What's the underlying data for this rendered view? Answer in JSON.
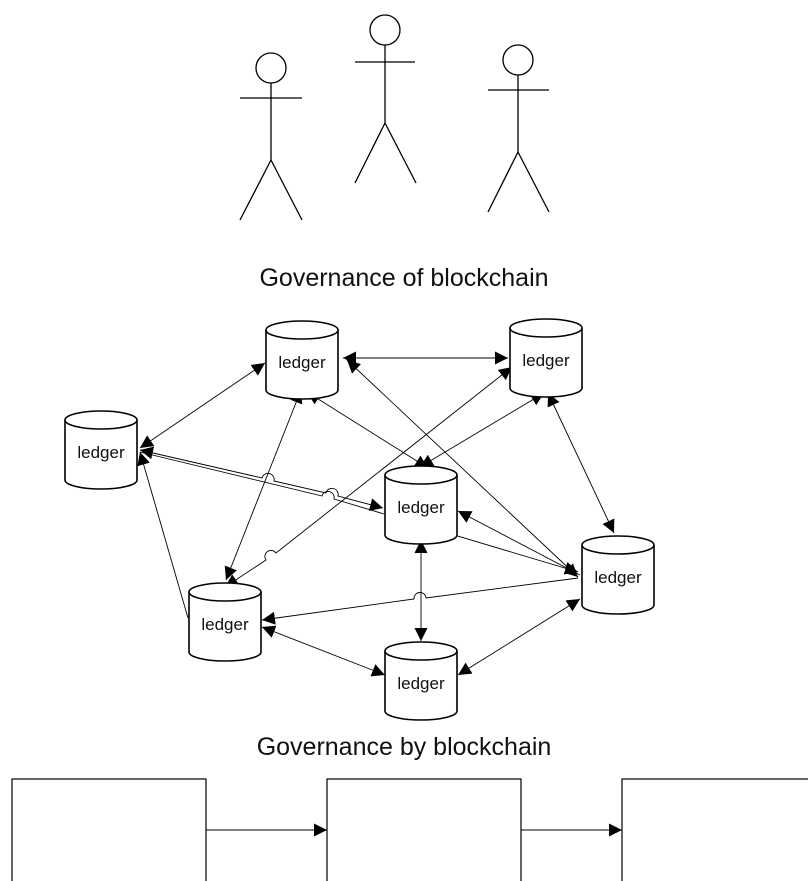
{
  "headings": {
    "governance_of": "Governance of blockchain",
    "governance_by": "Governance by blockchain"
  },
  "node_label": "ledger",
  "ledger_count": 7,
  "actor_count": 3,
  "block_count": 3,
  "colors": {
    "stroke": "#000000",
    "fill": "#ffffff",
    "text": "#111111"
  }
}
